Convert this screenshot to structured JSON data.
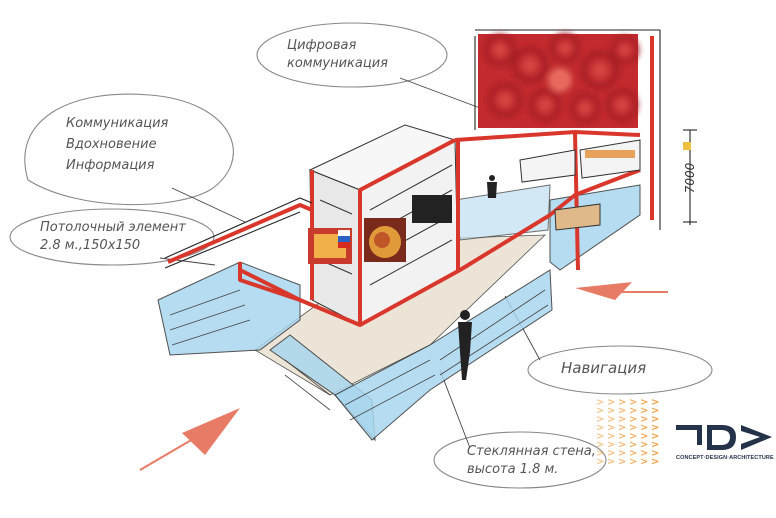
{
  "callouts": {
    "digital": "Цифровая\nкоммуникация",
    "communication": "Коммуникация\nВдохновение\nИнформация",
    "ceiling": "Потолочный элемент\n2.8 м.,150x150",
    "navigation": "Навигация",
    "glass": "Стеклянная стена,\nвысота 1.8 м."
  },
  "dimension": "7000",
  "brand": {
    "logo": "CDA",
    "tagline": "CONCEPT·DESIGN·ARCHITECTURE",
    "chevron": ">"
  },
  "colors": {
    "accent_red": "#d9372b",
    "glass_blue": "#a9d6ee",
    "ink": "#333333",
    "orange": "#f29a38",
    "navy": "#24324a"
  }
}
